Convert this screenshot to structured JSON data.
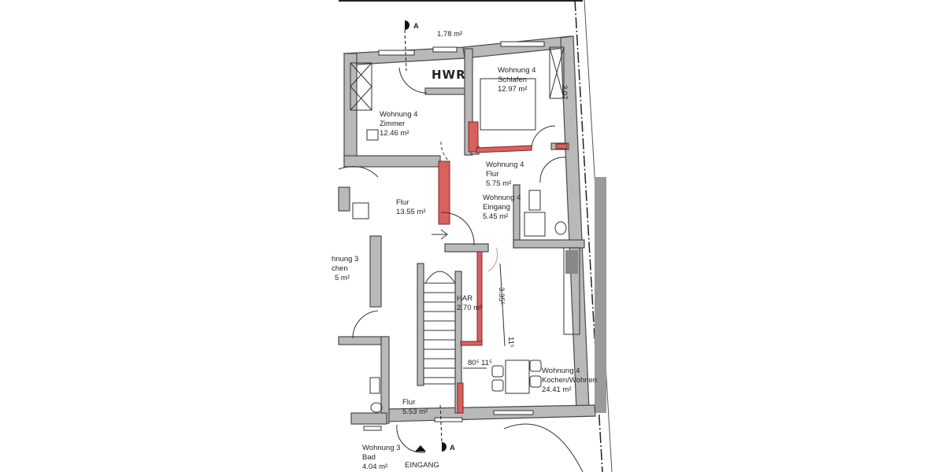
{
  "plan": {
    "section_marker": "A",
    "hwr": {
      "label": "HWR",
      "area": "1.78 m²"
    },
    "zimmer": {
      "unit": "Wohnung 4",
      "room": "Zimmer",
      "area": "12.46 m²"
    },
    "schlafen": {
      "unit": "Wohnung 4",
      "room": "Schlafen",
      "area": "12.97 m²",
      "dim": "3.07"
    },
    "flur_w4": {
      "unit": "Wohnung 4",
      "room": "Flur",
      "area": "5.75 m²"
    },
    "eingang_w4": {
      "unit": "Wohnung 4",
      "room": "Eingang",
      "area": "5.45 m²"
    },
    "flur_main": {
      "room": "Flur",
      "area": "13.55 m²"
    },
    "w3_kitchen": {
      "unit": "hnung 3",
      "room": "chen",
      "area": "5 m²"
    },
    "har": {
      "room": "HAR",
      "area": "2.70 m²"
    },
    "kochen": {
      "unit": "Wohnung 4",
      "room": "Kochen/Wohnen",
      "area": "24.41 m²",
      "dim_vertical": "3.35⁵",
      "dim_small": "11⁵",
      "dim_horizontal": "80⁵ 11⁵"
    },
    "flur_lower": {
      "room": "Flur",
      "area": "5.53 m²"
    },
    "bad_w3": {
      "unit": "Wohnung 3",
      "room": "Bad",
      "area": "4.04 m²"
    },
    "entrance": "EINGANG",
    "colors": {
      "wall": "#b9b9b9",
      "new_wall": "#d9605c"
    }
  }
}
